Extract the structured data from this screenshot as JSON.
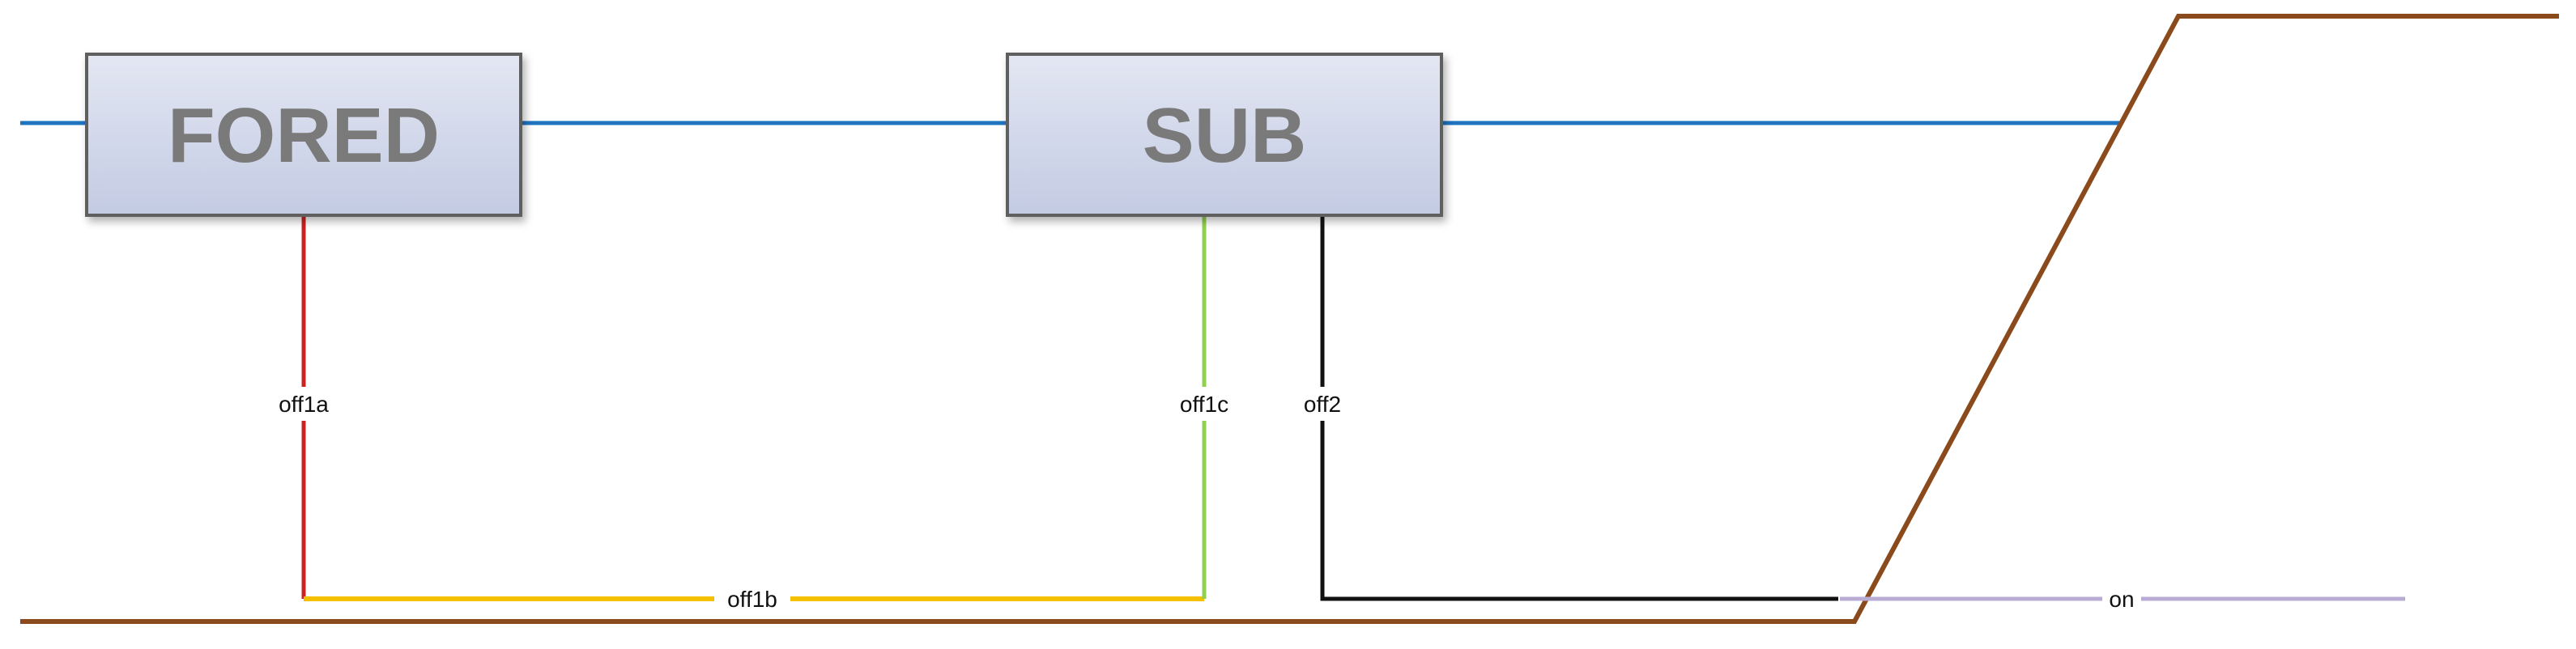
{
  "boxes": {
    "fored": {
      "label": "FORED"
    },
    "sub": {
      "label": "SUB"
    }
  },
  "connectors": {
    "off1a": {
      "label": "off1a",
      "color": "#cc2222"
    },
    "off1b": {
      "label": "off1b",
      "color": "#f5c000"
    },
    "off1c": {
      "label": "off1c",
      "color": "#8fd14f"
    },
    "off2": {
      "label": "off2",
      "color": "#111111"
    },
    "on": {
      "label": "on",
      "color": "#b9acd4"
    }
  },
  "colors": {
    "main_line": "#1f74c0",
    "ramp": "#8b4a1c",
    "box_fill_top": "#e3e7f3",
    "box_fill_bottom": "#c3cbe3",
    "box_stroke": "#5e5e5e"
  }
}
